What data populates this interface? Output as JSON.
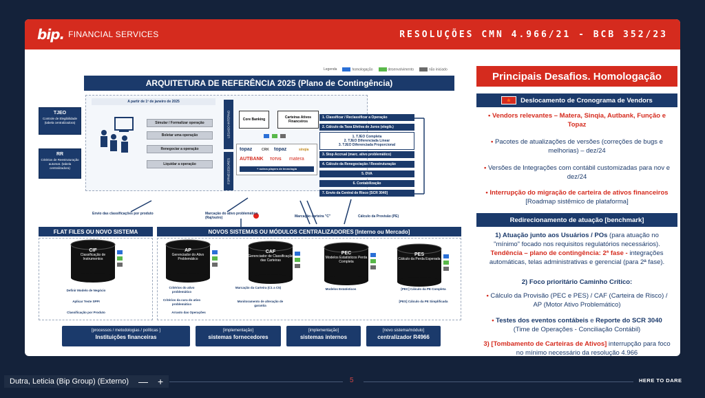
{
  "header": {
    "brand_logo": "bip.",
    "brand_text": "FINANCIAL SERVICES",
    "title": "RESOLUÇÕES CMN 4.966/21 - BCB 352/23"
  },
  "diagram": {
    "title": "ARQUITETURA DE REFERÊNCIA 2025 (Plano de Contingência)",
    "legend": [
      "Legenda",
      "homologação",
      "desenvolvimento",
      "não iniciado"
    ],
    "side_boxes": [
      {
        "title": "TJEO",
        "sub": "Controle de Elegibilidade (tabela centralizadora)"
      },
      {
        "title": "RR",
        "sub": "Critérios de Reestruturação automat. (tabela centralizadora)"
      }
    ],
    "date_bar": "A partir de 1º de janeiro de 2025",
    "actions": [
      "Simular / Formalizar operação",
      "Boletar uma operação",
      "Renegociar a operação",
      "Liquidar a operação"
    ],
    "legado_tab": "LEGADO INTERNO",
    "fornecedores_tab": "FORNECEDORES",
    "core_banking": "Core Banking",
    "carteiras": "Carteiras Ativos Financeiros",
    "vendors": [
      "topaz",
      "CRK",
      "topaz",
      "sinqia",
      "AUTBANK",
      "TOTVS",
      "matera"
    ],
    "vendors_note": "+ outros players de tecnologia",
    "steps": [
      "1. Classificar / Reclassificar a Operação",
      "2. Cálculo da Taxa Efetiva de Juros (elegib.)",
      "3. Stop Accrual (marc. ativo problemático)",
      "4. Cálculo da Renegociação / Reestruturação",
      "5. DVA",
      "6. Contabilização",
      "7. Envio da Central de Risco [SCR 3040]"
    ],
    "tjeo_steps": [
      "1. TJEO Completa",
      "2. TJEO Diferenciada Linear",
      "3. TJEO Diferenciada Proporcional"
    ],
    "flow_labels": [
      "Envio das classificações por produto",
      "Marcação do ativo problemático (Raj/outro)",
      "Marcação carteira \"C\"",
      "Cálculo da Provisão (PE)"
    ],
    "section_flat": "FLAT FILES OU NOVO SISTEMA",
    "section_new": "NOVOS SISTEMAS OU MÓDULOS CENTRALIZADORES [Interno ou Mercado]",
    "databases": [
      {
        "code": "CIF",
        "desc": "Classificação de Instrumentos"
      },
      {
        "code": "AP",
        "desc": "Gerenciador do Ativo Problemático"
      },
      {
        "code": "CAF",
        "desc": "Gerenciador de Classificação das Carteiras"
      },
      {
        "code": "PEC",
        "desc": "Modelos Estatísticos Perda Completa"
      },
      {
        "code": "PES",
        "desc": "Cálculo da Perda Esperada"
      }
    ],
    "sub_labels": [
      "Definir Modelo de Negócio",
      "Aplicar Teste SPPI",
      "Classificação por Produto",
      "Critérios do ativo problemático",
      "Critérios da cura do ativo problemático",
      "Arrasto das Operações",
      "Marcação da Carteira (C1 a C5)",
      "Monitoramento de alteração de garantia",
      "Modelos Estatísticos",
      "[PEC] Cálculo da PE Completa",
      "[PES] Cálculo da PE Simplificada"
    ],
    "bottom_boxes": [
      {
        "a": "[processos / metodologias / políticas ]",
        "b": "Instituições financeiras"
      },
      {
        "a": "[implementação]",
        "b": "sistemas fornecedores"
      },
      {
        "a": "[implementação]",
        "b": "sistemas internos"
      },
      {
        "a": "[novo sistema/módulo]",
        "b": "centralizador R4966"
      }
    ]
  },
  "right_panel": {
    "title": "Principais Desafios. Homologação",
    "section1": "Deslocamento de Cronograma de Vendors",
    "items1": [
      {
        "red": "Vendors relevantes – Matera, Sinqia, Autbank, Função e Topaz"
      },
      {
        "text": "Pacotes de atualizações de versões (correções de bugs e melhorias) – dez/24"
      },
      {
        "text": "Versões de Integrações com contábil customizadas para nov e dez/24"
      },
      {
        "red": "Interrupção do migração de carteira de ativos financeiros",
        "text": " [Roadmap sistêmico de plataforma]"
      }
    ],
    "section2": "Redirecionamento de atuação [benchmark]",
    "items2": [
      {
        "dark": "1) Atuação junto aos Usuários / POs",
        "text": " (para atuação no \"mínimo\" focado nos requisitos regulatórios necessários). ",
        "red": "Tendência – plano de contingência: 2ª fase -",
        "text2": " integrações automáticas, telas administrativas e gerencial (para 2ª fase)."
      },
      {
        "dark": "2) Foco prioritário Caminho Crítico:"
      },
      {
        "red": "•",
        "text": " Cálculo da Provisão (PEC e PES) / CAF (Carteira de Risco) / AP (Motor Ativo Problemático)"
      },
      {
        "red": "•",
        "dark": " Testes dos eventos contábeis",
        "text": " e ",
        "dark2": "Reporte do SCR 3040",
        "text2": " (Time de Operações - Conciliação Contábil)"
      },
      {
        "red": "3) [Tombamento de Carteiras de Ativos]",
        "text": " interrupção para foco no mínimo necessário da resolução 4.966"
      }
    ]
  },
  "bottombar": {
    "participant": "Dutra, Leticia (Bip Group) (Externo)",
    "minus": "—",
    "plus": "+",
    "page": "5",
    "tagline": "HERE TO DARE"
  },
  "colors": {
    "brand_red": "#d52b1e",
    "navy": "#1b3a6b",
    "blue": "#2a6fd6",
    "green": "#59b84a",
    "gray": "#6b6b6b"
  }
}
